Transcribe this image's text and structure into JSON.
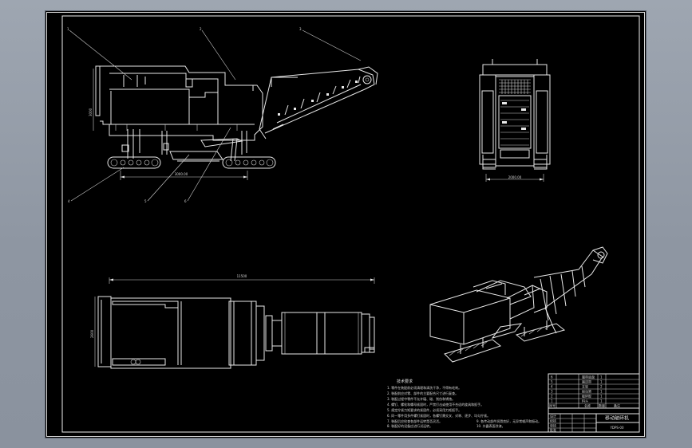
{
  "drawing": {
    "dimensions": {
      "side_track_length": "3000.00",
      "front_track_width": "2000.00",
      "plan_overall_length": "11500",
      "side_height": "3000",
      "plan_width": "2600"
    },
    "leaders": [
      "1",
      "2",
      "3",
      "4",
      "5",
      "6"
    ],
    "tech_notes": {
      "heading": "技术要求",
      "lines": [
        "1. 零件在装配前必须清理和清洗干净，不得有毛刺。",
        "2. 装配前应对零、部件的主要配合尺寸进行复查。",
        "3. 装配过程中零件不允许磕、碰、划伤和锈蚀。",
        "4. 螺钉、螺栓和螺母紧固时，严禁打击或使用不合适的旋具和扳手。",
        "5. 规定拧紧力矩要求的紧固件，必须采用力矩扳手。",
        "6. 同一零件用多件螺钉紧固时，各螺钉需交叉、对称、逐步、均匀拧紧。",
        "7. 装配后应检查各部件运转是否灵活。",
        "8. 装配好的设备应进行试运转。",
        "9. 各传动部件润滑良好，无异常噪声和振动。",
        "10. 外露表面涂漆。"
      ]
    },
    "title_block": {
      "parts": [
        {
          "no": "6",
          "name": "履带底盘",
          "qty": "1"
        },
        {
          "no": "5",
          "name": "输送带",
          "qty": "1"
        },
        {
          "no": "4",
          "name": "支架",
          "qty": "2"
        },
        {
          "no": "3",
          "name": "振动筛",
          "qty": "1"
        },
        {
          "no": "2",
          "name": "破碎腔",
          "qty": "1"
        },
        {
          "no": "1",
          "name": "料斗",
          "qty": "1"
        }
      ],
      "header": {
        "no": "序号",
        "name": "名称",
        "qty": "数量",
        "remark": "备注"
      },
      "school_label": "",
      "drawing_title": "移动破碎机",
      "drawing_no": "YDPS-00",
      "sign_rows": [
        "设计",
        "校核",
        "审核",
        "批准"
      ]
    }
  }
}
